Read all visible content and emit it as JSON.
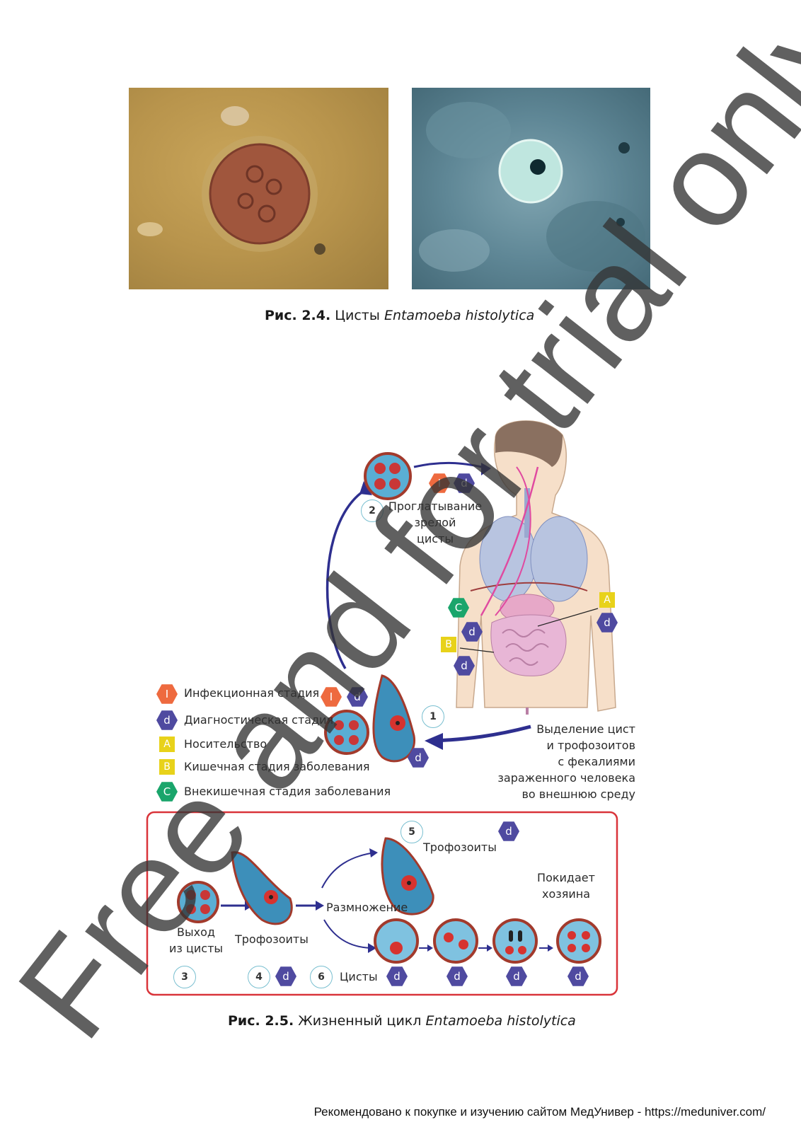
{
  "figure_2_4": {
    "caption_num": "Рис. 2.4.",
    "caption_text": "Цисты",
    "caption_species": "Entamoeba histolytica"
  },
  "figure_2_5": {
    "caption_num": "Рис. 2.5.",
    "caption_text": "Жизненный цикл",
    "caption_species": "Entamoeba histolytica",
    "step2_label": "Проглатывание\nзрелой\nцисты",
    "excretion_label": "Выделение цист\nи трофозоитов\nс фекалиями\nзараженного человека\nво внешнюю среду",
    "legend": [
      {
        "badge": "I",
        "text": "Инфекционная стадия"
      },
      {
        "badge": "d",
        "text": "Диагностическая стадия"
      },
      {
        "badge": "A",
        "text": "Носительство"
      },
      {
        "badge": "B",
        "text": "Кишечная стадия заболевания"
      },
      {
        "badge": "C",
        "text": "Внекишечная стадия заболевания"
      }
    ],
    "step_numbers": [
      "1",
      "2",
      "3",
      "4",
      "5",
      "6"
    ],
    "badges": {
      "infective": "I",
      "diagnostic": "d",
      "carrier": "A",
      "intestinal": "B",
      "extraintestinal": "C"
    },
    "box": {
      "exit_label": "Выход\nиз цисты",
      "trophozoites_label": "Трофозоиты",
      "reproduction_label": "Размножение",
      "trophozoites5_label": "Трофозоиты",
      "leaves_host_label": "Покидает\nхозяина",
      "cysts_label": "Цисты"
    }
  },
  "watermark": "Free and for trial only",
  "footer": "Рекомендовано к покупке и изучению сайтом МедУнивер - https://meduniver.com/",
  "colors": {
    "diagnostic": "#4f4aa0",
    "infective": "#ee6a3f",
    "carrier": "#e8d21a",
    "extraintestinal": "#1aa56b",
    "box_border": "#d9343a",
    "arrow": "#2e2f8f"
  }
}
